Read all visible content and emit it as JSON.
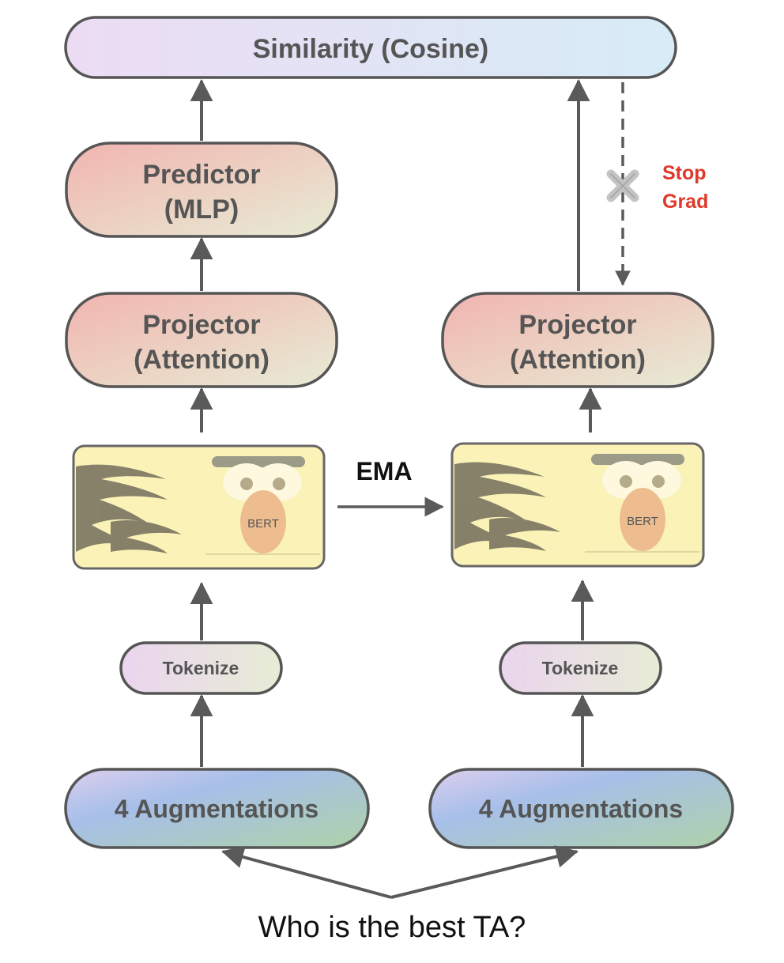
{
  "similarity": {
    "label": "Similarity (Cosine)"
  },
  "online": {
    "predictor": {
      "line1": "Predictor",
      "line2": "(MLP)"
    },
    "projector": {
      "line1": "Projector",
      "line2": "(Attention)"
    },
    "encoder": {
      "badge": "BERT"
    },
    "tokenize": {
      "label": "Tokenize"
    },
    "augment": {
      "label": "4 Augmentations"
    }
  },
  "target": {
    "projector": {
      "line1": "Projector",
      "line2": "(Attention)"
    },
    "encoder": {
      "badge": "BERT"
    },
    "tokenize": {
      "label": "Tokenize"
    },
    "augment": {
      "label": "4 Augmentations"
    }
  },
  "ema": {
    "label": "EMA"
  },
  "stop_grad": {
    "line1": "Stop",
    "line2": "Grad"
  },
  "input": {
    "text": "Who is the best TA?"
  },
  "colors": {
    "outline": "#555555",
    "arrow": "#5a5a5a",
    "stop_grad_text": "#e0392b",
    "bert_panel": "#fbf2b8",
    "bert_nose": "#eebd8f"
  }
}
